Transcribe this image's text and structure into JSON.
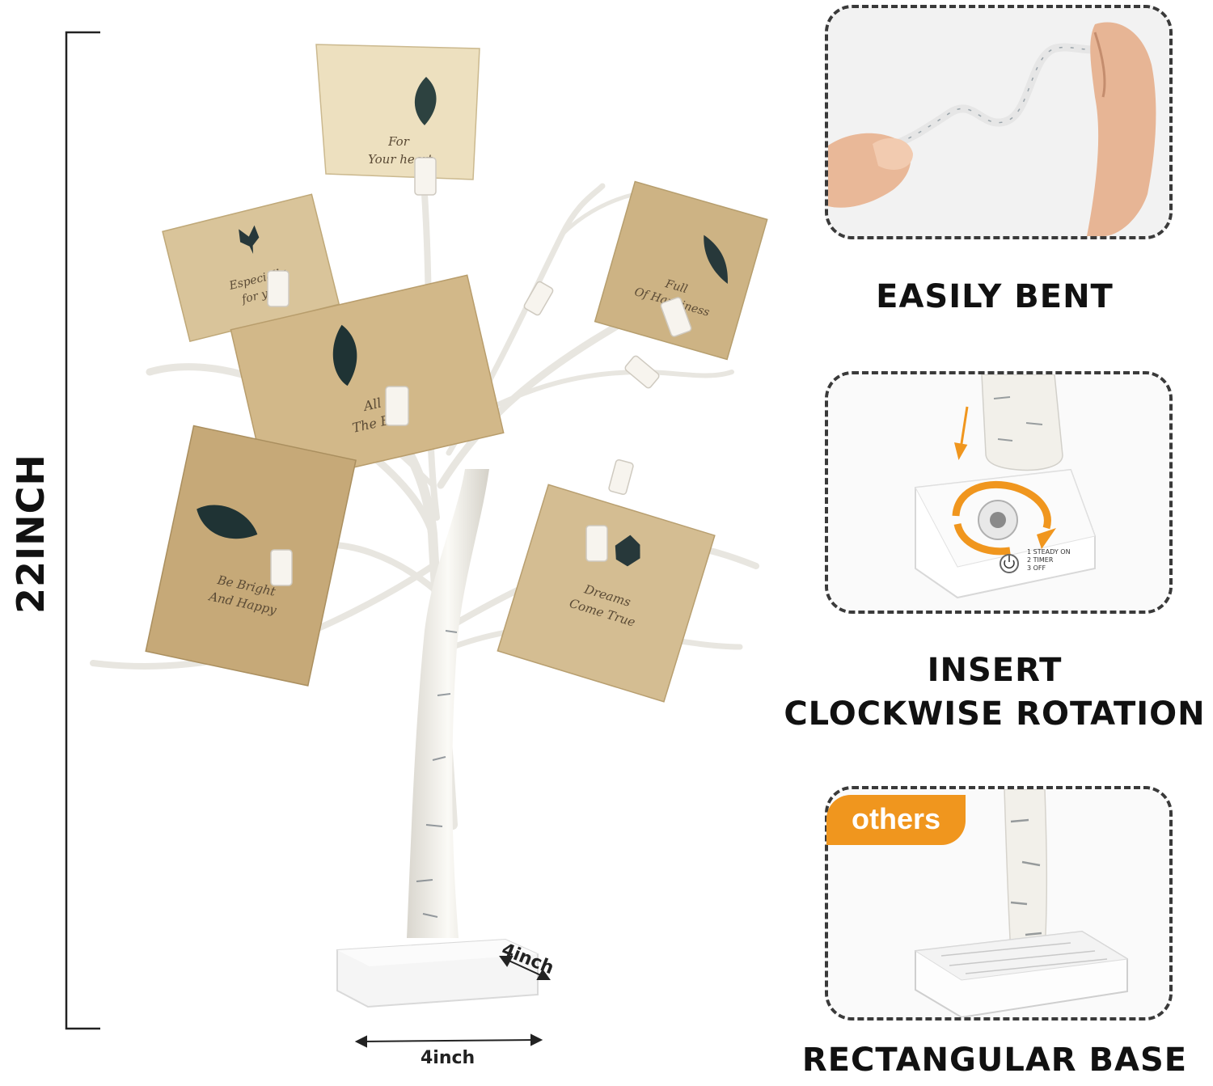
{
  "dimensions": {
    "height": "22INCH",
    "width": "4inch",
    "depth": "4inch"
  },
  "cards": [
    {
      "line1": "For",
      "line2": "Your heart"
    },
    {
      "line1": "Especially",
      "line2": "for you"
    },
    {
      "line1": "Full",
      "line2": "Of Happiness"
    },
    {
      "line1": "All",
      "line2": "The Best"
    },
    {
      "line1": "Be Bright",
      "line2": "And Happy"
    },
    {
      "line1": "Dreams",
      "line2": "Come True"
    }
  ],
  "panels": {
    "bent": {
      "caption": "EASILY BENT"
    },
    "insert": {
      "caption_line1": "INSERT",
      "caption_line2": "CLOCKWISE ROTATION",
      "switch_labels": [
        "1 STEADY ON",
        "2 TIMER",
        "3 OFF"
      ]
    },
    "base": {
      "badge": "others",
      "caption": "RECTANGULAR BASE"
    }
  },
  "colors": {
    "accent_orange": "#f0961e",
    "card_kraft": "#d8bf92",
    "bark_white": "#f2f0ea"
  },
  "icons": [
    "leaf-icon",
    "power-icon",
    "rotation-arrow-icon",
    "down-arrow-icon"
  ]
}
